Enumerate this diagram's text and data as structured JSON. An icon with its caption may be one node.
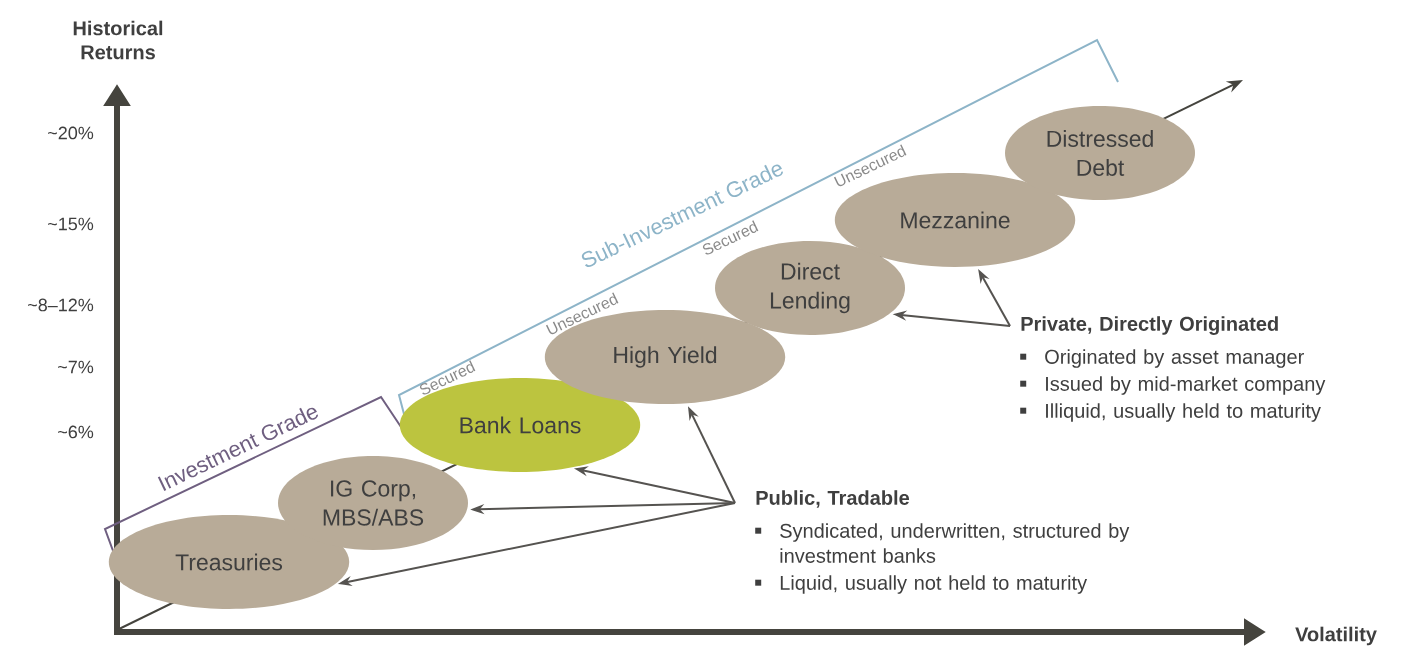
{
  "diagram": {
    "nodes": [
      {
        "text": [
          "Treasuries"
        ]
      },
      {
        "text": [
          "IG Corp, MBS/ABS"
        ]
      },
      {
        "text": [
          "Bank Loans"
        ]
      },
      {
        "text": [
          "High Yield"
        ]
      },
      {
        "text": [
          "Direct Lending"
        ]
      },
      {
        "text": [
          "Mezzanine"
        ]
      },
      {
        "text": [
          "Distressed Debt"
        ]
      },
      {
        "text": [
          "Public, Tradable",
          "Syndicated, underwritten, structured by investment banks",
          "Liquid, usually not held to maturity"
        ]
      },
      {
        "text": [
          "Private, Directly Originated",
          "Originated by asset manager",
          "Issued by mid-market company",
          "Illiquid, usually held to maturity"
        ]
      }
    ],
    "edges": [
      {
        "from": 7,
        "to": 0,
        "arrow": "to"
      },
      {
        "from": 7,
        "to": 1,
        "arrow": "to"
      },
      {
        "from": 7,
        "to": 2,
        "arrow": "to"
      },
      {
        "from": 7,
        "to": 3,
        "arrow": "to"
      },
      {
        "from": 8,
        "to": 4,
        "arrow": "to"
      },
      {
        "from": 8,
        "to": 5,
        "arrow": "to"
      }
    ],
    "labels": [
      "Historical Returns",
      "~20%",
      "~15%",
      "~8–12%",
      "~7%",
      "~6%",
      "Volatility",
      "Investment Grade",
      "Sub-Investment Grade",
      "Secured",
      "Unsecured",
      "Secured",
      "Unsecured"
    ]
  }
}
